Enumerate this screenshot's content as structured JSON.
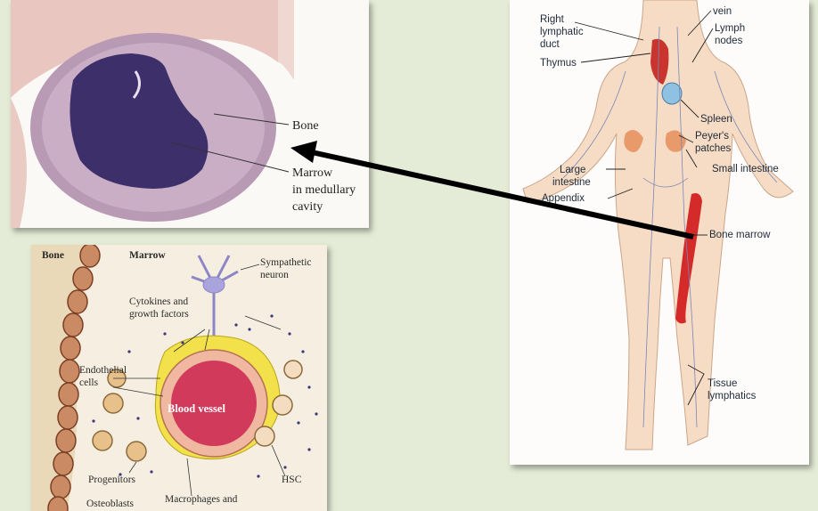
{
  "histology": {
    "bone": "Bone",
    "marrow_line1": "Marrow",
    "marrow_line2": "in medullary",
    "marrow_line3": "cavity"
  },
  "niche": {
    "bone": "Bone",
    "marrow": "Marrow",
    "sympathetic_line1": "Sympathetic",
    "sympathetic_line2": "neuron",
    "cytokines_line1": "Cytokines and",
    "cytokines_line2": "growth factors",
    "endothelial_line1": "Endothelial",
    "endothelial_line2": "cells",
    "blood_vessel": "Blood vessel",
    "progenitors": "Progenitors",
    "hsc": "HSC",
    "macrophages_line1": "Macrophages and",
    "osteoblasts": "Osteoblasts"
  },
  "anatomy": {
    "vein": "vein",
    "right_line1": "Right",
    "right_line2": "lymphatic",
    "right_line3": "duct",
    "thymus": "Thymus",
    "lymph_line1": "Lymph",
    "lymph_line2": "nodes",
    "spleen": "Spleen",
    "peyers_line1": "Peyer's",
    "peyers_line2": "patches",
    "small_intestine": "Small intestine",
    "large_line1": "Large",
    "large_line2": "intestine",
    "appendix": "Appendix",
    "bone_marrow": "Bone marrow",
    "tissue_line1": "Tissue",
    "tissue_line2": "lymphatics"
  },
  "colors": {
    "background": "#e4ebd6",
    "arrow": "#000000",
    "blood_vessel": "#d23a5c",
    "marrow_red": "#d42a2a"
  }
}
